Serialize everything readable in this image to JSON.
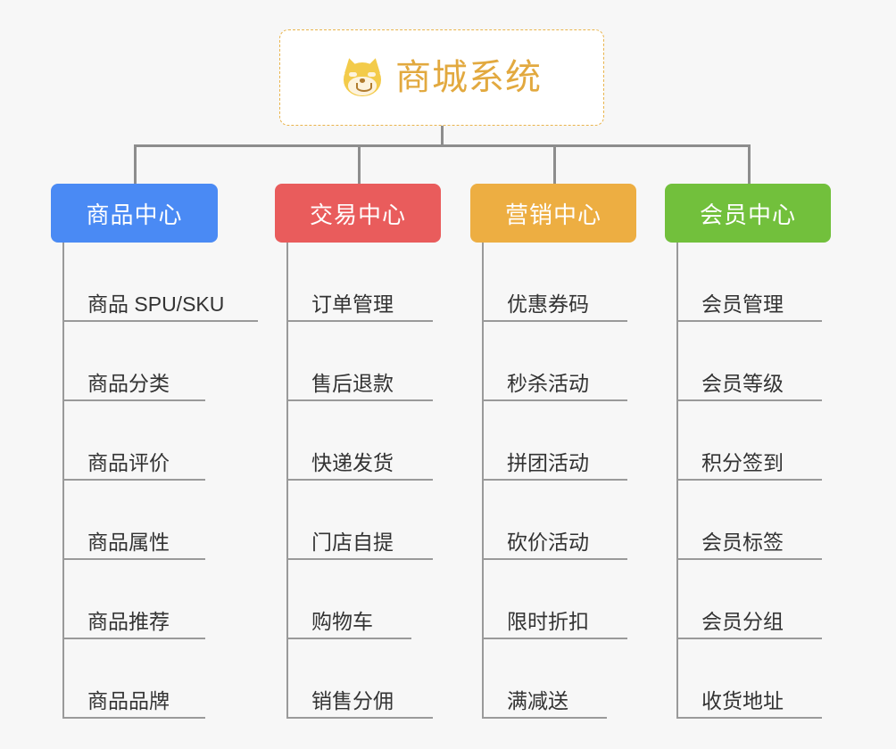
{
  "background": "#f7f7f7",
  "connector_color": "#8d8d8d",
  "root": {
    "icon": "dog-face-icon",
    "title": "商城系统",
    "text_color": "#e2a93f",
    "border_color": "#e9b44c"
  },
  "columns": [
    {
      "key": "product-center",
      "title": "商品中心",
      "color": "#4a8af4",
      "leaves": [
        "商品 SPU/SKU",
        "商品分类",
        "商品评价",
        "商品属性",
        "商品推荐",
        "商品品牌"
      ]
    },
    {
      "key": "trade-center",
      "title": "交易中心",
      "color": "#e95c5c",
      "leaves": [
        "订单管理",
        "售后退款",
        "快递发货",
        "门店自提",
        "购物车",
        "销售分佣"
      ]
    },
    {
      "key": "marketing-center",
      "title": "营销中心",
      "color": "#edae42",
      "leaves": [
        "优惠券码",
        "秒杀活动",
        "拼团活动",
        "砍价活动",
        "限时折扣",
        "满减送"
      ]
    },
    {
      "key": "member-center",
      "title": "会员中心",
      "color": "#72c03c",
      "leaves": [
        "会员管理",
        "会员等级",
        "积分签到",
        "会员标签",
        "会员分组",
        "收货地址"
      ]
    }
  ]
}
